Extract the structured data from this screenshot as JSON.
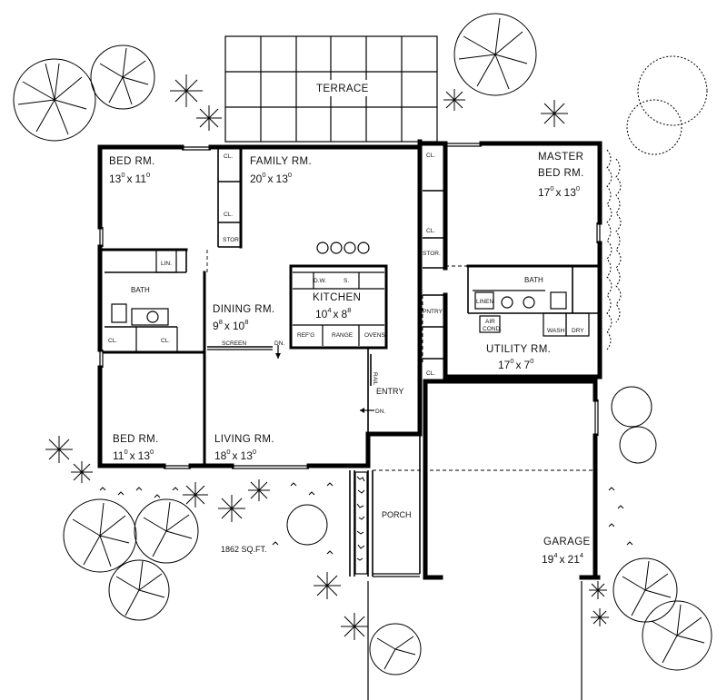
{
  "rooms": {
    "terrace": "TERRACE",
    "bed_rm_1": {
      "name": "BED RM.",
      "w": "13",
      "w_sup": "0",
      "x": "x",
      "d": "11",
      "d_sup": "0"
    },
    "family_rm": {
      "name": "FAMILY RM.",
      "w": "20",
      "w_sup": "0",
      "x": "x",
      "d": "13",
      "d_sup": "0"
    },
    "master_bed_rm": {
      "name_1": "MASTER",
      "name_2": "BED RM.",
      "w": "17",
      "w_sup": "0",
      "x": "x",
      "d": "13",
      "d_sup": "0"
    },
    "kitchen": {
      "name": "KITCHEN",
      "w": "10",
      "w_sup": "4",
      "x": "x",
      "d": "8",
      "d_sup": "8"
    },
    "dining_rm": {
      "name": "DINING RM.",
      "w": "9",
      "w_sup": "8",
      "x": "x",
      "d": "10",
      "d_sup": "8"
    },
    "bath_1": "BATH",
    "bath_2": "BATH",
    "utility_rm": {
      "name": "UTILITY RM.",
      "w": "17",
      "w_sup": "0",
      "x": "x",
      "d": "7",
      "d_sup": "0"
    },
    "bed_rm_2": {
      "name": "BED RM.",
      "w": "11",
      "w_sup": "0",
      "x": "x",
      "d": "13",
      "d_sup": "0"
    },
    "living_rm": {
      "name": "LIVING RM.",
      "w": "18",
      "w_sup": "0",
      "x": "x",
      "d": "13",
      "d_sup": "0"
    },
    "entry": "ENTRY",
    "porch": "PORCH",
    "garage": {
      "name": "GARAGE",
      "w": "19",
      "w_sup": "4",
      "x": "x",
      "d": "21",
      "d_sup": "4"
    }
  },
  "labels": {
    "cl": "CL.",
    "stor": "STOR.",
    "lin": "LIN.",
    "linen": "LINEN",
    "pantry": "PNTRY",
    "air_cond_1": "AIR",
    "air_cond_2": "COND.",
    "wash": "WASH",
    "dry": "DRY",
    "dw": "D.W.",
    "sink": "S.",
    "refg": "REF'G",
    "range": "RANGE",
    "ovens": "OVENS",
    "screen": "SCREEN",
    "dn": "DN.",
    "rail": "RAIL"
  },
  "area": "1862 SQ.FT."
}
